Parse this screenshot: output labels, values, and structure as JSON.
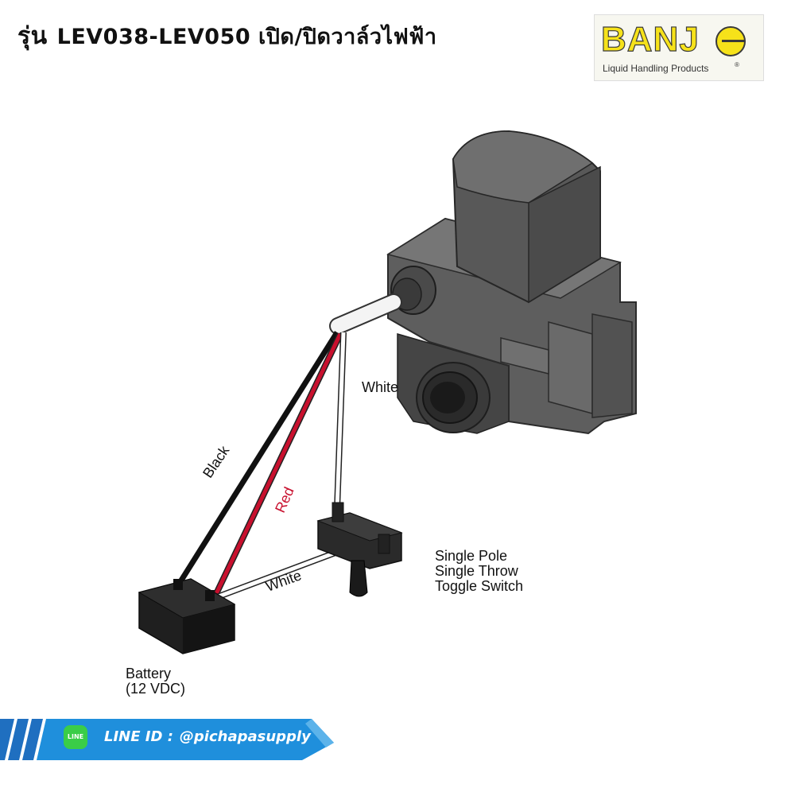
{
  "header": {
    "title_prefix": "รุ่น",
    "title_main": "LEV038-LEV050 เปิด/ปิดวาล์วไฟฟ้า"
  },
  "logo": {
    "word": "BANJ",
    "registered": "®",
    "tagline": "Liquid Handling Products"
  },
  "diagram": {
    "wire_colors": {
      "black": "#1a1a1a",
      "red": "#c8102e",
      "white": "#ffffff"
    },
    "labels": {
      "white_valve": "White",
      "black": "Black",
      "red": "Red",
      "white_switch": "White",
      "switch_line1": "Single Pole",
      "switch_line2": "Single Throw",
      "switch_line3": "Toggle Switch",
      "battery_line1": "Battery",
      "battery_line2": "(12 VDC)"
    },
    "components": [
      "valve-actuator-icon",
      "toggle-switch-icon",
      "battery-icon"
    ]
  },
  "footer": {
    "line_icon_text": "LINE",
    "line_label": "LINE ID :",
    "line_handle": "@pichapasupply",
    "banner_color": "#1f8fdc"
  }
}
